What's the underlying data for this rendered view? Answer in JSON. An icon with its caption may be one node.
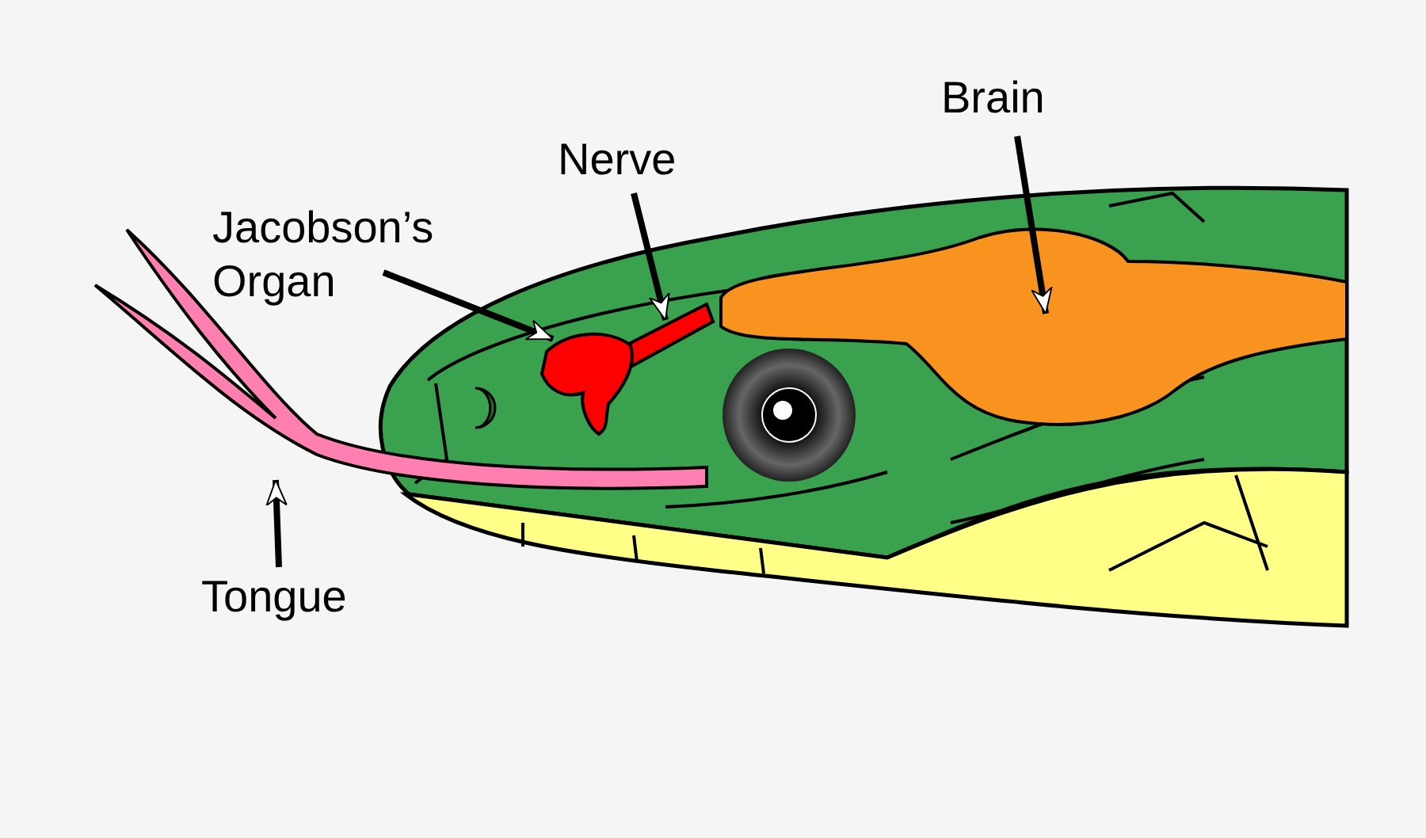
{
  "diagram": {
    "nodes": [
      {
        "text": [
          "Brain"
        ]
      },
      {
        "text": [
          "Nerve"
        ]
      },
      {
        "text": [
          "Jacobson’s Organ"
        ]
      },
      {
        "text": [
          "Tongue"
        ]
      },
      {
        "text": [],
        "shape": "picture"
      },
      {
        "text": [],
        "shape": "picture"
      },
      {
        "text": [],
        "shape": "picture"
      },
      {
        "text": [],
        "shape": "picture"
      }
    ],
    "edges": [
      {
        "from": 0,
        "to": 4,
        "arrow": "to"
      },
      {
        "from": 1,
        "to": 5,
        "arrow": "to"
      },
      {
        "from": 2,
        "to": 6,
        "arrow": "to"
      },
      {
        "from": 3,
        "to": 7,
        "arrow": "to"
      }
    ]
  }
}
